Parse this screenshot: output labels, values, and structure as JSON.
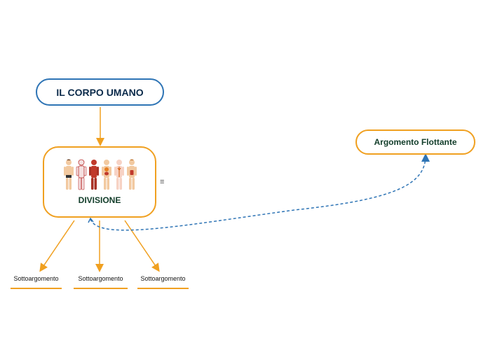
{
  "map": {
    "root_title": "IL CORPO UMANO",
    "main_node": {
      "label": "DIVISIONE",
      "image_icon": "human-body-systems-illustration",
      "note_icon": "notes-icon"
    },
    "floating_topic": "Argomento Flottante",
    "subtopics": [
      "Sottoargomento",
      "Sottoargomento",
      "Sottoargomento"
    ]
  },
  "colors": {
    "root_border": "#2e74b5",
    "branch_orange": "#f0a020",
    "relationship_blue": "#2e74b5",
    "title_text": "#0b2a4a",
    "label_text": "#123d2a"
  }
}
